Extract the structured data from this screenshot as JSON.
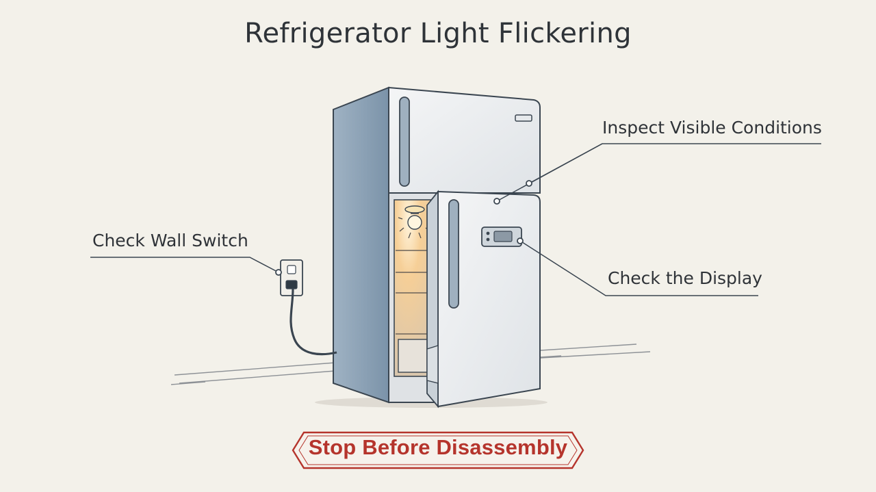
{
  "title": "Refrigerator Light Flickering",
  "callouts": {
    "inspect": "Inspect Visible Conditions",
    "wall_switch": "Check Wall Switch",
    "display": "Check the Display"
  },
  "banner": "Stop Before Disassembly",
  "colors": {
    "background": "#f3f1ea",
    "fridge_body": "#e9ecef",
    "fridge_side": "#7f97ad",
    "interior_glow": "#f4c98e",
    "banner_red": "#b5342c",
    "ink": "#3a4550"
  }
}
